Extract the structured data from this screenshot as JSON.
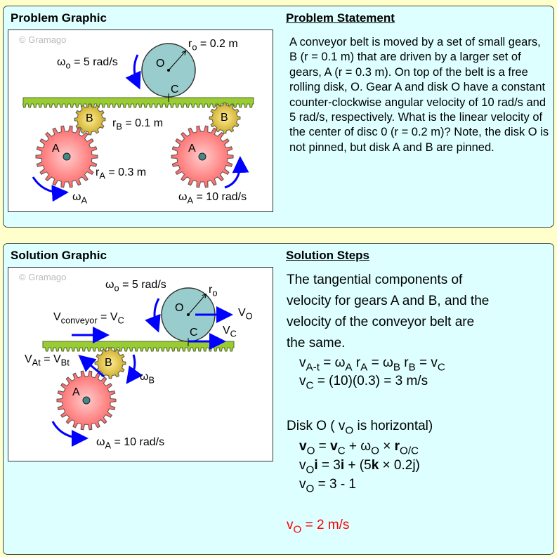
{
  "problem": {
    "graphic_title": "Problem Graphic",
    "statement_title": "Problem Statement",
    "watermark": "© Gramago",
    "labels": {
      "r_o": "r",
      "r_o_sub": "o",
      "r_o_val": " = 0.2 m",
      "omega_o": "ω",
      "omega_o_sub": "o",
      "omega_o_val": " = 5 rad/s",
      "disk": "O",
      "contact": "C",
      "gear_b": "B",
      "gear_a": "A",
      "r_b": "r",
      "r_b_sub": "B",
      "r_b_val": " = 0.1 m",
      "r_a": "r",
      "r_a_sub": "A",
      "r_a_val": " = 0.3 m",
      "omega_a": "ω",
      "omega_a_sub": "A",
      "omega_a2": "ω",
      "omega_a2_sub": "A",
      "omega_a2_val": " = 10 rad/s"
    },
    "statement": "A conveyor belt is moved by a set of small gears, B (r = 0.1 m) that are driven by a larger set of gears, A (r = 0.3 m). On top of the belt is a free rolling disk, O. Gear A and disk O have a constant counter-clockwise angular velocity of 10 rad/s and 5 rad/s, respectively. What is the linear velocity of the center of disc 0 (r = 0.2 m)? Note, the disk O is not pinned, but disk A and B are pinned."
  },
  "solution": {
    "graphic_title": "Solution Graphic",
    "steps_title": "Solution Steps",
    "watermark": "© Gramago",
    "labels": {
      "omega_o": "ω",
      "omega_o_sub": "o",
      "omega_o_val": " = 5 rad/s",
      "r_o": "r",
      "r_o_sub": "o",
      "disk": "O",
      "contact": "C",
      "v_o": "V",
      "v_o_sub": "O",
      "v_c": "V",
      "v_c_sub": "C",
      "v_conv": "V",
      "v_conv_sub": "conveyor",
      "v_conv_eq": " = V",
      "v_conv_eq_sub": "C",
      "v_at": "V",
      "v_at_sub": "At",
      "v_at_eq": " = V",
      "v_at_eq_sub": "Bt",
      "gear_b": "B",
      "gear_a": "A",
      "omega_b": "ω",
      "omega_b_sub": "B",
      "omega_a": "ω",
      "omega_a_sub": "A",
      "omega_a_val": " = 10 rad/s"
    },
    "intro": [
      "The tangential components of",
      "velocity for gears A and B, and the",
      "velocity of the conveyor belt are",
      "the same."
    ],
    "eq1": {
      "a": "v",
      "a_sub": "A-t",
      "b": " = ω",
      "b_sub": "A",
      "c": " r",
      "c_sub": "A",
      "d": " = ω",
      "d_sub": "B",
      "e": " r",
      "e_sub": "B",
      "f": " = v",
      "f_sub": "C"
    },
    "eq2": {
      "a": "v",
      "a_sub": "C",
      "b": " = (10)(0.3) = 3 m/s"
    },
    "disk_heading": {
      "a": "Disk O ( v",
      "a_sub": "O",
      "b": " is horizontal)"
    },
    "eq3": {
      "a": "v",
      "a_sub": "O",
      "b": " = ",
      "c": "v",
      "c_sub": "C",
      "d": " + ω",
      "d_sub": "O",
      "e": " × ",
      "f": "r",
      "f_sub": "O/C"
    },
    "eq4": {
      "a": "v",
      "a_sub": "O",
      "b": "i",
      "c": " = 3",
      "d": "i",
      "e": " + (5",
      "f": "k",
      "g": " × 0.2j)"
    },
    "eq5": {
      "a": "v",
      "a_sub": "O",
      "b": " = 3 - 1"
    },
    "answer": {
      "a": "v",
      "a_sub": "O",
      "b": " = 2 m/s"
    }
  },
  "colors": {
    "panel": "#ddffff",
    "page": "#ffffcc",
    "belt": "#99cc33",
    "gear_a": "#ff7777",
    "gear_b": "#ddbb33",
    "disk": "#99cccc",
    "arrow": "#0000ff",
    "answer": "#ff0000"
  }
}
